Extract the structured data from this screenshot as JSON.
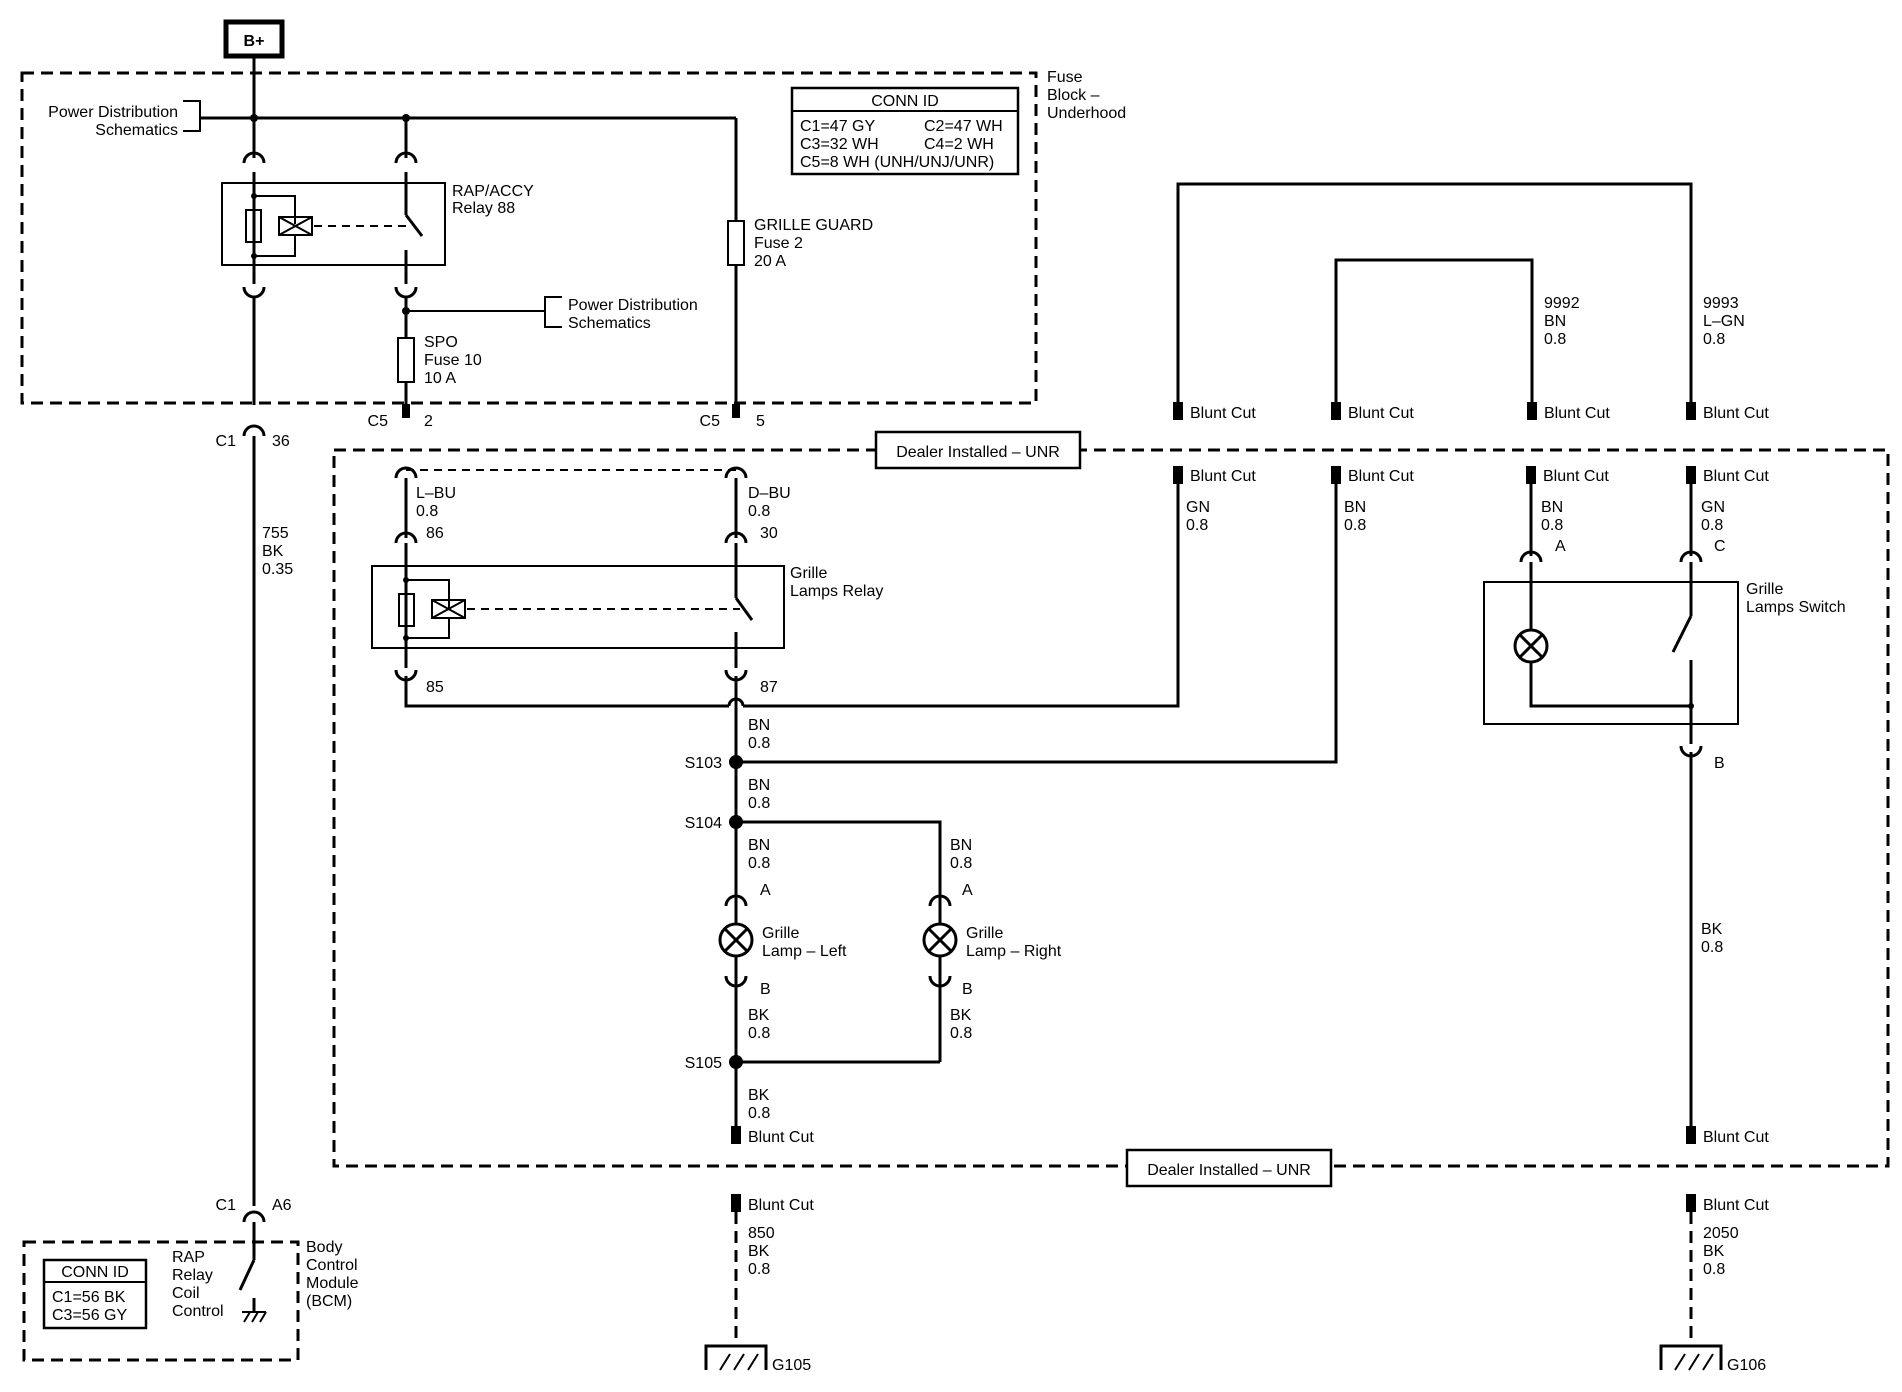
{
  "battery": "B+",
  "fuse_block": {
    "label_lines": [
      "Fuse",
      "Block –",
      "Underhood"
    ],
    "power_dist_top": [
      "Power Distribution",
      "Schematics"
    ],
    "power_dist_mid": [
      "Power Distribution",
      "Schematics"
    ],
    "conn_id": {
      "title": "CONN ID",
      "rows": [
        "C1=47 GY",
        "C2=47 WH",
        "C3=32 WH",
        "C4=2 WH",
        "C5=8 WH (UNH/UNJ/UNR)"
      ]
    },
    "relay": [
      "RAP/ACCY",
      "Relay 88"
    ],
    "fuse_spo": [
      "SPO",
      "Fuse 10",
      "10 A"
    ],
    "fuse_grille": [
      "GRILLE GUARD",
      "Fuse 2",
      "20 A"
    ]
  },
  "connectors": {
    "c1_36": {
      "conn": "C1",
      "pin": "36"
    },
    "c5_2": {
      "conn": "C5",
      "pin": "2"
    },
    "c5_5": {
      "conn": "C5",
      "pin": "5"
    },
    "c1_a6": {
      "conn": "C1",
      "pin": "A6"
    }
  },
  "wires": {
    "w755": [
      "755",
      "BK",
      "0.35"
    ],
    "lbu": [
      "L–BU",
      "0.8"
    ],
    "dbu": [
      "D–BU",
      "0.8"
    ],
    "gn_left": [
      "GN",
      "0.8"
    ],
    "bn_left": [
      "BN",
      "0.8"
    ],
    "bn_a": [
      "BN",
      "0.8"
    ],
    "gn_c": [
      "GN",
      "0.8"
    ],
    "w9992": [
      "9992",
      "BN",
      "0.8"
    ],
    "w9993": [
      "9993",
      "L–GN",
      "0.8"
    ],
    "bn_87": [
      "BN",
      "0.8"
    ],
    "bn_s103": [
      "BN",
      "0.8"
    ],
    "bn_lampL": [
      "BN",
      "0.8"
    ],
    "bn_lampR": [
      "BN",
      "0.8"
    ],
    "bk_lampL": [
      "BK",
      "0.8"
    ],
    "bk_lampR": [
      "BK",
      "0.8"
    ],
    "bk_s105": [
      "BK",
      "0.8"
    ],
    "bk_switch": [
      "BK",
      "0.8"
    ],
    "w850": [
      "850",
      "BK",
      "0.8"
    ],
    "w2050": [
      "2050",
      "BK",
      "0.8"
    ]
  },
  "dealer_label": "Dealer Installed – UNR",
  "blunt_cut": "Blunt Cut",
  "grille_relay": {
    "name": [
      "Grille",
      "Lamps Relay"
    ],
    "pins": {
      "p86": "86",
      "p30": "30",
      "p85": "85",
      "p87": "87"
    }
  },
  "grille_switch": {
    "name": [
      "Grille",
      "Lamps Switch"
    ],
    "pins": {
      "a": "A",
      "c": "C",
      "b": "B"
    }
  },
  "lamp_left": {
    "name": [
      "Grille",
      "Lamp – Left"
    ],
    "pin_a": "A",
    "pin_b": "B"
  },
  "lamp_right": {
    "name": [
      "Grille",
      "Lamp – Right"
    ],
    "pin_a": "A",
    "pin_b": "B"
  },
  "splices": {
    "s103": "S103",
    "s104": "S104",
    "s105": "S105"
  },
  "grounds": {
    "g105": "G105",
    "g106": "G106"
  },
  "bcm": {
    "conn_id": {
      "title": "CONN ID",
      "rows": [
        "C1=56 BK",
        "C3=56 GY"
      ]
    },
    "control": [
      "RAP",
      "Relay",
      "Coil",
      "Control"
    ],
    "module": [
      "Body",
      "Control",
      "Module",
      "(BCM)"
    ]
  }
}
